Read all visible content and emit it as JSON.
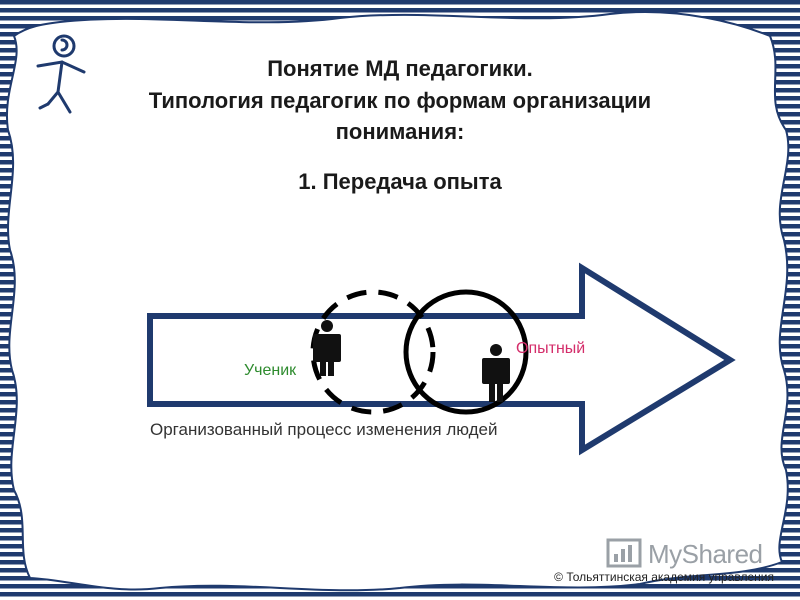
{
  "slide": {
    "title_line1": "Понятие МД педагогики.",
    "title_line2": "Типология педагогик по формам организации",
    "title_line3": "понимания:",
    "subtitle": "1. Передача опыта"
  },
  "diagram": {
    "student_label": "Ученик",
    "experienced_label": "Опытный",
    "process_label": "Организованный процесс изменения людей"
  },
  "footer": {
    "watermark": "MyShared",
    "copyright": "© Тольяттинская академия управления"
  },
  "colors": {
    "arrow": "#1f3a6e",
    "stripes": "#1f3a6e",
    "student_text": "#2e8b2e",
    "experienced_text": "#d42d6a"
  },
  "icons": [
    "logo-figure-icon",
    "person-icon",
    "watermark-logo-icon"
  ]
}
